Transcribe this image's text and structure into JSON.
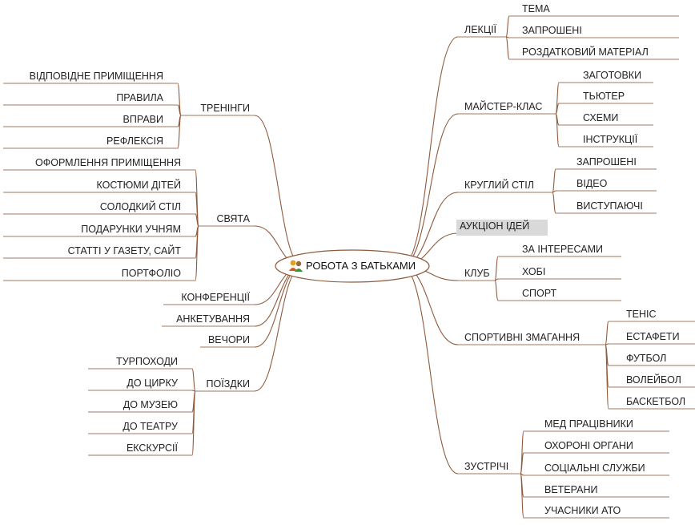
{
  "root": {
    "label": "РОБОТА З БАТЬКАМИ",
    "icon": "people-icon"
  },
  "left": [
    {
      "label": "ТРЕНІНГИ",
      "children": [
        "ВІДПОВІДНЕ ПРИМІЩЕННЯ",
        "ПРАВИЛА",
        "ВПРАВИ",
        "РЕФЛЕКСІЯ"
      ]
    },
    {
      "label": "СВЯТА",
      "children": [
        "ОФОРМЛЕННЯ ПРИМІЩЕННЯ",
        "КОСТЮМИ ДІТЕЙ",
        "СОЛОДКИЙ СТІЛ",
        "ПОДАРУНКИ УЧНЯМ",
        "СТАТТІ У ГАЗЕТУ, САЙТ",
        "ПОРТФОЛІО"
      ]
    },
    {
      "label": "КОНФЕРЕНЦІЇ",
      "children": []
    },
    {
      "label": "АНКЕТУВАННЯ",
      "children": []
    },
    {
      "label": "ВЕЧОРИ",
      "children": []
    },
    {
      "label": "ПОЇЗДКИ",
      "children": [
        "ТУРПОХОДИ",
        "ДО ЦИРКУ",
        "ДО МУЗЕЮ",
        "ДО ТЕАТРУ",
        "ЕКСКУРСІЇ"
      ]
    }
  ],
  "right": [
    {
      "label": "ЛЕКЦІЇ",
      "children": [
        "ТЕМА",
        "ЗАПРОШЕНІ",
        "РОЗДАТКОВИЙ МАТЕРІАЛ"
      ]
    },
    {
      "label": "МАЙСТЕР-КЛАС",
      "children": [
        "ЗАГОТОВКИ",
        "ТЬЮТЕР",
        "СХЕМИ",
        "ІНСТРУКЦІЇ"
      ]
    },
    {
      "label": "КРУГЛИЙ СТІЛ",
      "children": [
        "ЗАПРОШЕНІ",
        "ВІДЕО",
        "ВИСТУПАЮЧІ"
      ]
    },
    {
      "label": "АУКЦІОН ІДЕЙ",
      "children": [],
      "highlight": true
    },
    {
      "label": "КЛУБ",
      "children": [
        "ЗА ІНТЕРЕСАМИ",
        "ХОБІ",
        "СПОРТ"
      ]
    },
    {
      "label": "СПОРТИВНІ ЗМАГАННЯ",
      "children": [
        "ТЕНІС",
        "ЕСТАФЕТИ",
        "ФУТБОЛ",
        "ВОЛЕЙБОЛ",
        "БАСКЕТБОЛ"
      ]
    },
    {
      "label": "ЗУСТРІЧІ",
      "children": [
        "МЕД ПРАЦІВНИКИ",
        "ОХОРОНІ ОРГАНИ",
        "СОЦІАЛЬНІ СЛУЖБИ",
        "ВЕТЕРАНИ",
        "УЧАСНИКИ АТО"
      ]
    }
  ],
  "colors": {
    "branch": "#8f5a3c",
    "highlight": "#d9d9d9"
  }
}
